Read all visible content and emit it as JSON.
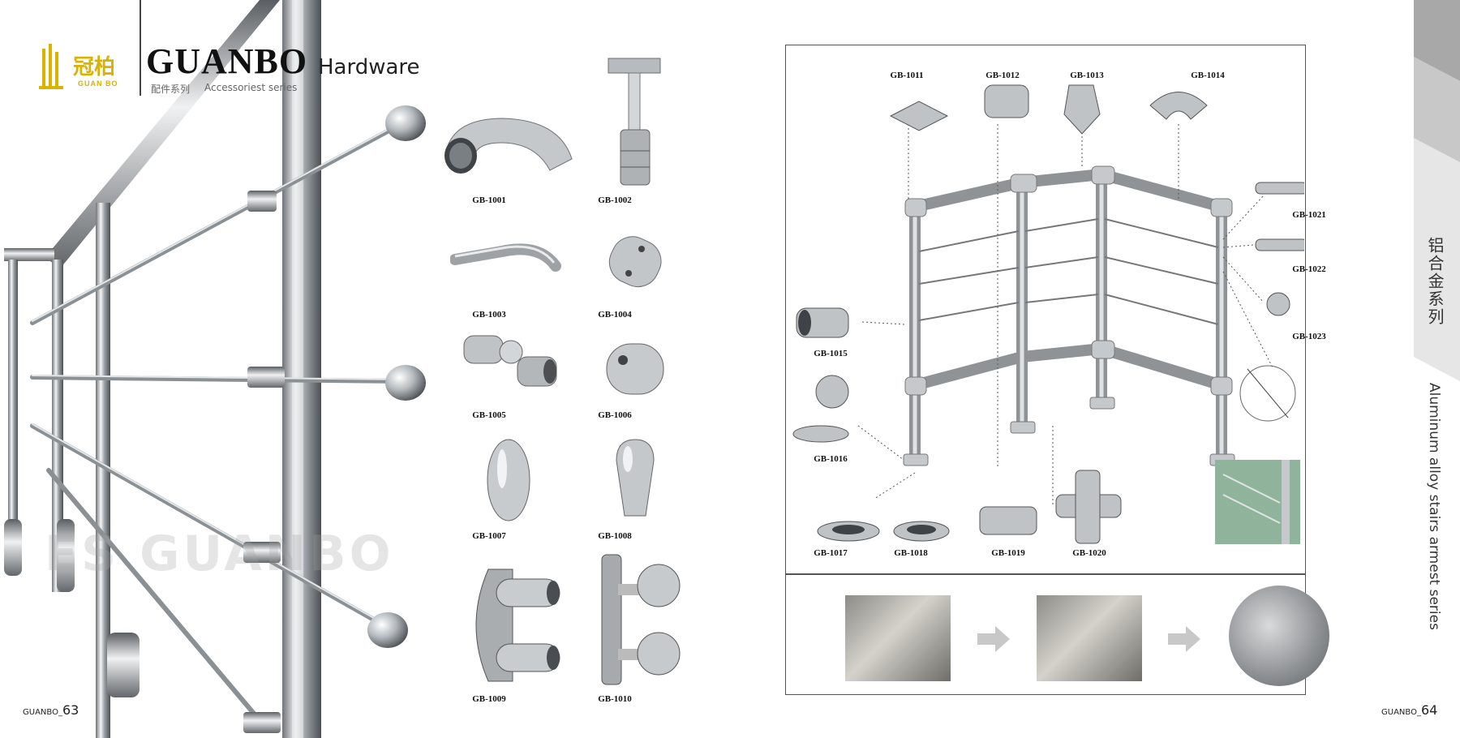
{
  "header": {
    "logo_cn": "冠柏",
    "logo_en": "GUAN BO",
    "brand": "GUANBO",
    "hardware": "Hardware",
    "subtitle_cn": "配件系列",
    "subtitle_en": "Accessoriest series"
  },
  "watermark": "ES GUANBO",
  "left_page": {
    "number_prefix": "GUANBO_",
    "number": "63",
    "parts": [
      {
        "code": "GB-1001"
      },
      {
        "code": "GB-1002"
      },
      {
        "code": "GB-1003"
      },
      {
        "code": "GB-1004"
      },
      {
        "code": "GB-1005"
      },
      {
        "code": "GB-1006"
      },
      {
        "code": "GB-1007"
      },
      {
        "code": "GB-1008"
      },
      {
        "code": "GB-1009"
      },
      {
        "code": "GB-1010"
      }
    ]
  },
  "right_page": {
    "number_prefix": "GUANBO_",
    "number": "64",
    "diagram_labels": {
      "top": [
        "GB-1011",
        "GB-1012",
        "GB-1013",
        "GB-1014"
      ],
      "left": [
        "GB-1015",
        "GB-1016"
      ],
      "bottom": [
        "GB-1017",
        "GB-1018",
        "GB-1019",
        "GB-1020"
      ],
      "right": [
        "GB-1021",
        "GB-1022",
        "GB-1023"
      ]
    }
  },
  "side_tab": {
    "cn": "铝合金系列",
    "en": "Aluminum alloy stairs armest series"
  }
}
